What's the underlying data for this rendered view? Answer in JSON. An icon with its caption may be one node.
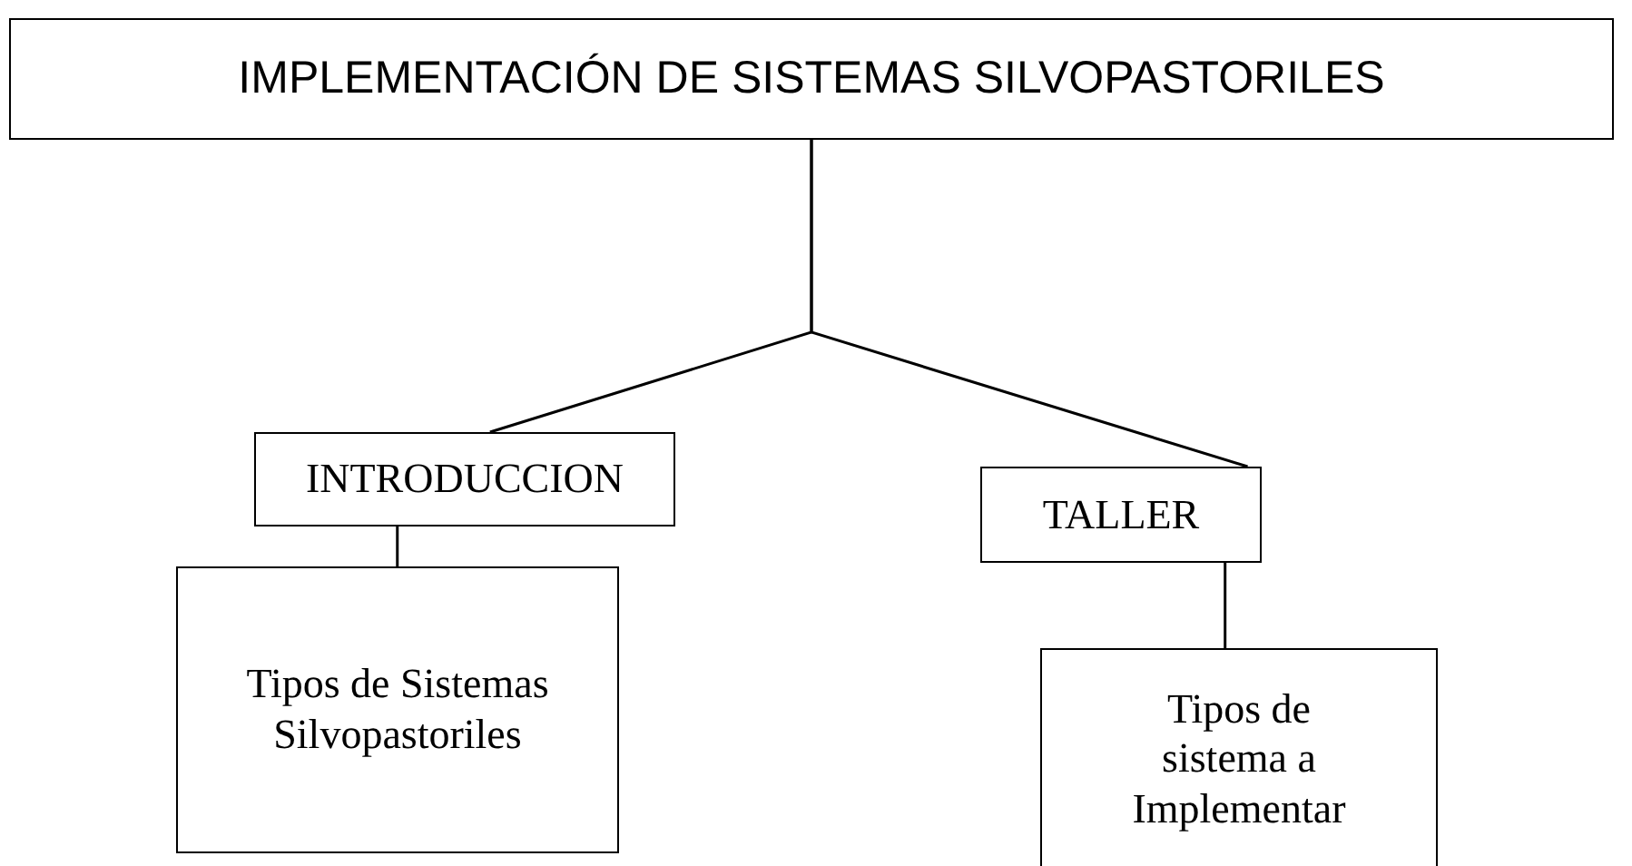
{
  "diagram": {
    "nodes": [
      {
        "text": [
          "IMPLEMENTACIÓN DE SISTEMAS SILVOPASTORILES"
        ]
      },
      {
        "text": [
          "INTRODUCCION"
        ]
      },
      {
        "text": [
          "TALLER"
        ]
      },
      {
        "text": [
          "Tipos de Sistemas Silvopastoriles"
        ]
      },
      {
        "text": [
          "Tipos de sistema a Implementar"
        ]
      }
    ],
    "edges": [
      {
        "from": 0,
        "to": 1,
        "arrow": "none"
      },
      {
        "from": 0,
        "to": 2,
        "arrow": "none"
      },
      {
        "from": 1,
        "to": 3,
        "arrow": "none"
      },
      {
        "from": 2,
        "to": 4,
        "arrow": "none"
      }
    ]
  }
}
